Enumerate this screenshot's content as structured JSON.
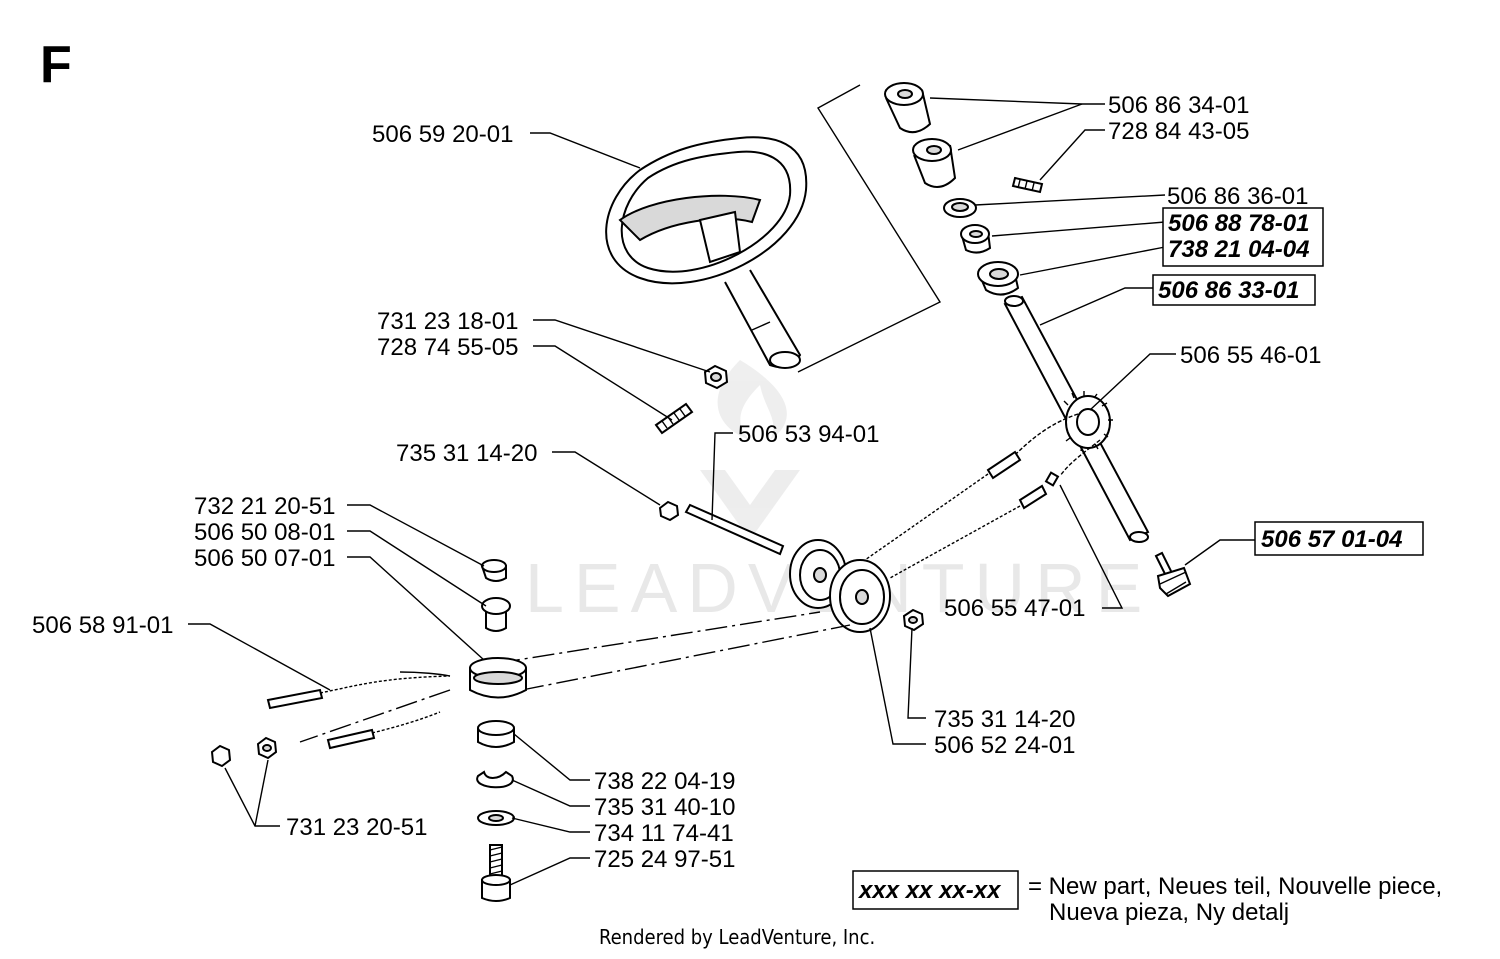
{
  "section_letter": "F",
  "watermark": "LEADVENTURE",
  "footer": "Rendered by LeadVenture, Inc.",
  "legend": {
    "sample": "xxx xx xx-xx",
    "line1": "= New part, Neues teil, Nouvelle piece,",
    "line2": "Nueva pieza, Ny detalj"
  },
  "parts": {
    "p01": "506 86 34-01",
    "p02": "728 84 43-05",
    "p03": "506 86 36-01",
    "p04": "506 88 78-01",
    "p05": "738 21 04-04",
    "p06": "506 86 33-01",
    "p07": "506 55 46-01",
    "p08": "506 57 01-04",
    "p09": "506 55 47-01",
    "p10": "506 59 20-01",
    "p11": "731 23 18-01",
    "p12": "728 74 55-05",
    "p13": "735 31 14-20",
    "p14": "506 53 94-01",
    "p15": "732 21 20-51",
    "p16": "506 50 08-01",
    "p17": "506 50 07-01",
    "p18": "506 58 91-01",
    "p19": "735 31 14-20",
    "p20": "506 52 24-01",
    "p21": "738 22 04-19",
    "p22": "735 31 40-10",
    "p23": "734 11 74-41",
    "p24": "725 24 97-51",
    "p25": "731 23 20-51"
  }
}
